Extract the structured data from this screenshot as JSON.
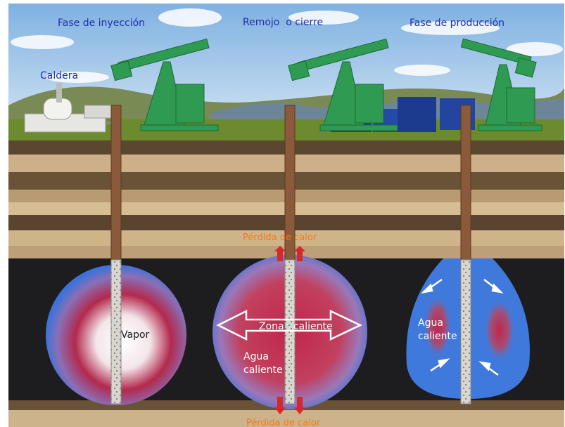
{
  "phases": {
    "injection": "Fase de inyección",
    "soak": "Remojo  o cierre",
    "production": "Fase de producción"
  },
  "boiler_label": "Caldera",
  "heat_loss_top": "Pérdida de calor",
  "heat_loss_bottom": "Pérdida de calor",
  "zones": {
    "vapor": "Vapor",
    "hot_zone": "Zona   caliente",
    "hot_water_soak_line1": "Agua",
    "hot_water_soak_line2": "caliente",
    "hot_water_prod_line1": "Agua",
    "hot_water_prod_line2": "caliente"
  },
  "colors": {
    "sky": "#9ec4e6",
    "reservoir": "#1d1c1e",
    "pump_green": "#2f9a52",
    "hot_red": "#b3294d",
    "cool_blue": "#3c73d9",
    "heat_loss_orange": "#f07a1e",
    "label_blue": "#1f2fa8"
  }
}
